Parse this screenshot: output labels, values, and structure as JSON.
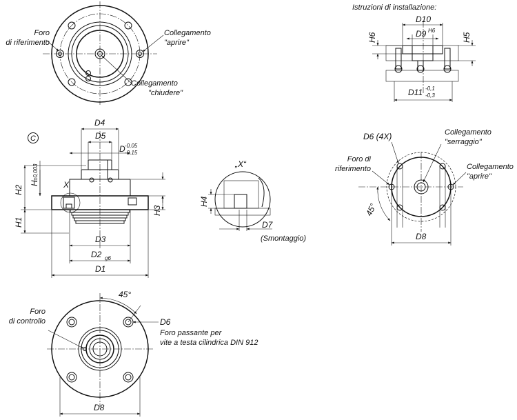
{
  "top_left": {
    "foro_riferimento": [
      "Foro",
      "di riferimento"
    ],
    "collegamento_aprire": [
      "Collegamento",
      "\"aprire\""
    ],
    "collegamento_chiudere": [
      "Collegamento",
      "\"chiudere\""
    ]
  },
  "install": {
    "title": "Istruzioni di installazione:",
    "D10": "D10",
    "D9": "D9",
    "D9_tol": "H6",
    "H6": "H6",
    "H5": "H5",
    "D11": "D11",
    "D11_tol_up": "-0,1",
    "D11_tol_down": "-0,3"
  },
  "side": {
    "symbol": "C",
    "D4": "D4",
    "D5": "D5",
    "D": "D",
    "D_tol_up": "-0,05",
    "D_tol_down": "-0,15",
    "H": "H",
    "H_tol": "±0,003",
    "H2": "H2",
    "H1": "H1",
    "H3": "H3",
    "X": "X",
    "D3": "D3",
    "D2": "D2",
    "D2_tol": "g6",
    "D1": "D1"
  },
  "detail": {
    "title": "„X“",
    "H4": "H4",
    "D7": "D7",
    "smontaggio": "(Smontaggio)"
  },
  "right": {
    "D6_4x": "D6 (4X)",
    "collegamento_serraggio": [
      "Collegamento",
      "\"serraggio\""
    ],
    "foro_riferimento": [
      "Foro di",
      "riferimento"
    ],
    "collegamento_aprire": [
      "Collegamento",
      "\"aprire\""
    ],
    "angle": "45°",
    "D8": "D8"
  },
  "bottom": {
    "angle": "45°",
    "foro_controllo": [
      "Foro",
      "di controllo"
    ],
    "D6": "D6",
    "foro_passante": [
      "Foro passante per",
      "vite a testa cilindrica DIN 912"
    ],
    "D8": "D8"
  }
}
